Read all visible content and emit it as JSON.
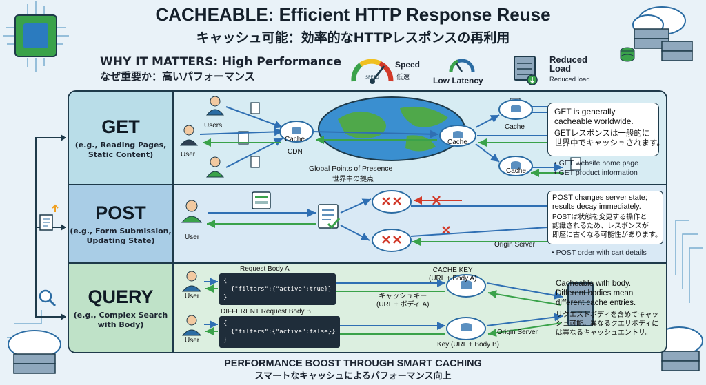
{
  "header": {
    "title": "CACHEABLE: Efficient HTTP Response Reuse",
    "subtitle": "キャッシュ可能：効率的なHTTPレスポンスの再利用"
  },
  "why": {
    "title": "WHY IT MATTERS: High Performance",
    "title_jp": "なぜ重要か：高いパフォーマンス"
  },
  "metrics": {
    "speed_label": "Speed",
    "speed_jp": "低速",
    "gauge_text": "SPEED",
    "latency_label": "Low Latency",
    "load_label": "Reduced\nLoad",
    "load_sub": "Reduced load"
  },
  "get": {
    "method": "GET",
    "example": "(e.g., Reading Pages,\nStatic Content)",
    "users_label": "Users",
    "user_label": "User",
    "cdn_cache": "Cache",
    "cdn_label": "CDN",
    "globe_cache": "Cache",
    "global_pop": "Global Points of Presence",
    "global_pop_jp": "世界中の拠点",
    "cache_top": "Cache",
    "cache_bottom": "Cache",
    "note": "GET is generally\ncacheable worldwide.",
    "note_jp": "GETレスポンスは一般的に\n世界中でキャッシュされます。",
    "bullets": [
      "• GET website home page",
      "• GET product information"
    ]
  },
  "post": {
    "method": "POST",
    "example": "(e.g., Form Submission,\nUpdating State)",
    "user_label": "User",
    "origin": "Origin Server",
    "note": "POST changes server state;\nresults decay immediately.",
    "note_jp": "POSTは状態を変更する操作と\n認識されるため、レスポンスが\n即座に古くなる可能性があります。",
    "bullet": "• POST order with cart details"
  },
  "query": {
    "method": "QUERY",
    "example": "(e.g., Complex Search\nwith Body)",
    "user_label": "User",
    "body_a_label": "Request Body A",
    "body_a": "{\n  {\"filters\":{\"active\":true}}\n}",
    "body_b_label": "DIFFERENT Request Body B",
    "body_b": "{\n  {\"filters\":{\"active\":false}}\n}",
    "cache_key": "CACHE KEY\n(URL + Body A)",
    "cache_key_jp": "キャッシュキー\n(URL + ボディ A)",
    "key_b": "Key (URL + Body B)",
    "origin": "Origin Server",
    "note": "Cacheable with body.\nDifferent bodies mean\ndifferent cache entries.",
    "note_jp": "リクエストボディを含めてキャッ\nシュ可能。異なるクエリボディに\nは異なるキャッシュエントリ。"
  },
  "footer": {
    "title": "PERFORMANCE BOOST THROUGH SMART CACHING",
    "title_jp": "スマートなキャッシュによるパフォーマンス向上"
  },
  "colors": {
    "blue_arrow": "#2f6fb3",
    "green_arrow": "#3aa24a",
    "red_x": "#d23a2a",
    "get_bg": "#d7ecf3",
    "post_bg": "#d9e9f5",
    "query_bg": "#dcefe0"
  }
}
